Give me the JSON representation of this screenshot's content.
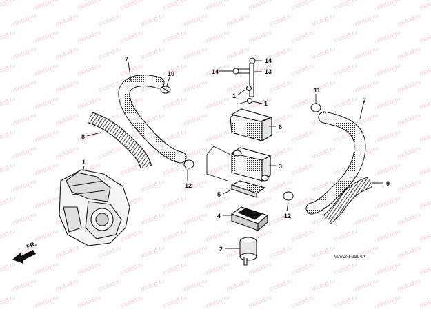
{
  "diagram": {
    "code": "MAA2-F2004A",
    "direction_label": "FR.",
    "watermark": "motod.ru",
    "callouts": [
      "7",
      "10",
      "8",
      "1",
      "12",
      "14",
      "13",
      "1",
      "1",
      "6",
      "3",
      "5",
      "4",
      "2",
      "12",
      "11",
      "7",
      "9"
    ]
  }
}
